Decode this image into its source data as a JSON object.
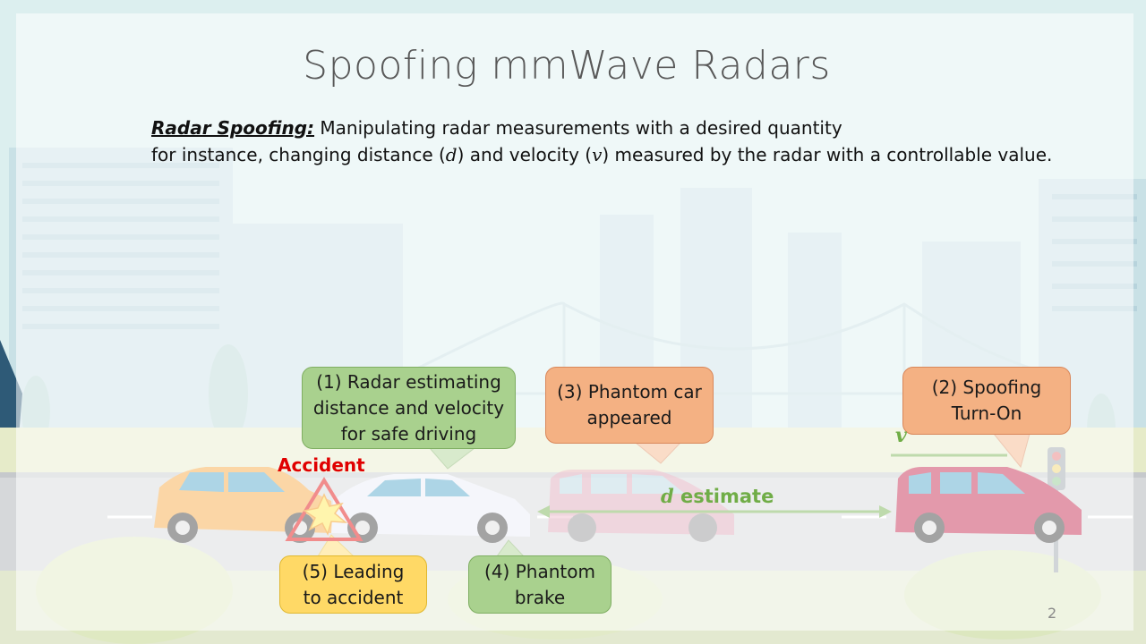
{
  "slide": {
    "title": "Spoofing mmWave Radars",
    "page_number": "2"
  },
  "definition": {
    "term": "Radar Spoofing:",
    "line1_rest": " Manipulating radar measurements with a desired quantity",
    "line2_a": "for instance, changing distance (",
    "d_symbol": "d",
    "line2_b": ") and velocity (",
    "v_symbol": "v",
    "line2_c": ") measured by the radar with a controllable value."
  },
  "callouts": {
    "radar_estimating": "(1) Radar estimating distance and velocity for safe driving",
    "spoofing_on": "(2) Spoofing Turn-On",
    "phantom_car": "(3) Phantom car appeared",
    "phantom_brake": "(4) Phantom brake",
    "leading_accident": "(5) Leading to accident"
  },
  "labels": {
    "accident": "Accident",
    "d_symbol": "d",
    "estimate": " estimate",
    "v_symbol": "v"
  },
  "colors": {
    "callout_green": "#a9d18e",
    "callout_salmon": "#f4b183",
    "callout_yellow": "#ffd966",
    "arrow_green": "#70ad47",
    "accident_red": "#e00000",
    "car_orange": "#f5a53a",
    "car_white": "#e9ecf6",
    "car_pink": "#e07b9a",
    "car_red": "#c21e45"
  }
}
